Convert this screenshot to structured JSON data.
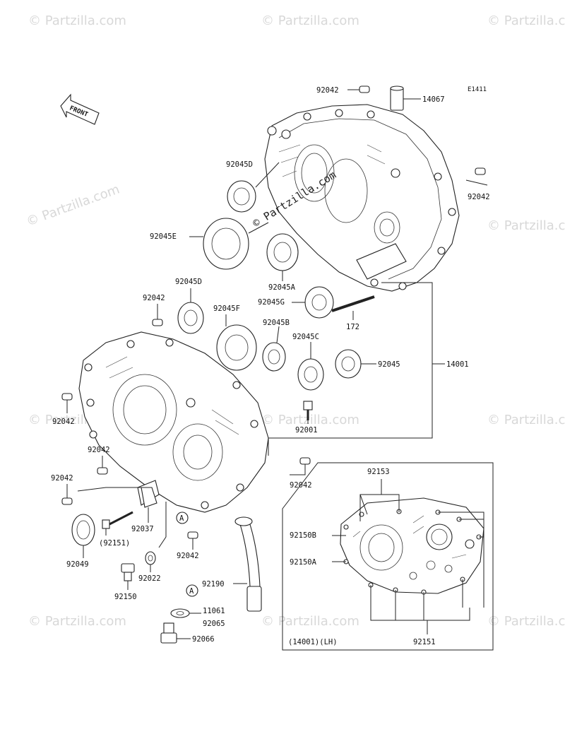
{
  "diagram_code": "E1411",
  "front_label": "FRONT",
  "watermark_text": "© Partzilla.com",
  "center_watermark": "© Partzilla.com",
  "inset_caption": "(14001)(LH)",
  "callouts": [
    "92042",
    "14067",
    "92042",
    "92045D",
    "92045E",
    "92045A",
    "92045G",
    "172",
    "92045D",
    "92042",
    "92045F",
    "92045B",
    "92045C",
    "92045",
    "14001",
    "92042",
    "92001",
    "92042",
    "92042",
    "92042",
    "92037",
    "(92151)",
    "92049",
    "92042",
    "92022",
    "92150",
    "92190",
    "11061",
    "92065",
    "92066",
    "92153",
    "92150B",
    "92150A",
    "92151"
  ],
  "circle_markers": [
    "A",
    "A"
  ],
  "colors": {
    "line": "#222222",
    "watermark": "#d8d8d8",
    "background": "#ffffff"
  }
}
